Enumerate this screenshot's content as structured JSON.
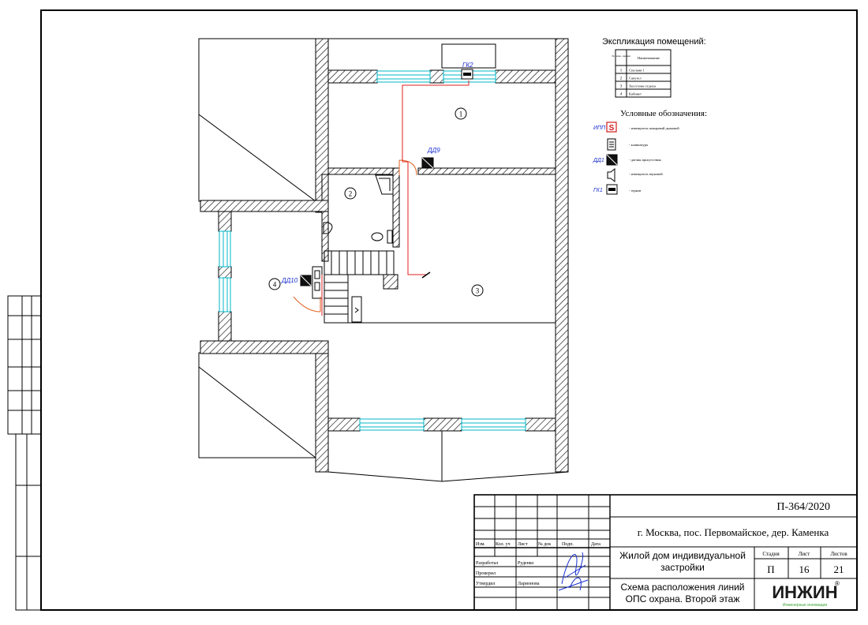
{
  "explication": {
    "title": "Экспликация помещений:",
    "col_num": "№ поме- щения",
    "col_name": "Наименование",
    "rows": [
      {
        "num": "1",
        "name": "Спальня 1"
      },
      {
        "num": "2",
        "name": "Санузел"
      },
      {
        "num": "3",
        "name": "Холл/зона отдыха"
      },
      {
        "num": "4",
        "name": "Кабинет"
      }
    ]
  },
  "legend": {
    "title": "Условные обозначения:",
    "items": [
      {
        "tag": "ИПП",
        "text": "- извещатель пожарный дымовой"
      },
      {
        "tag": "",
        "text": "- клавиатура"
      },
      {
        "tag": "ДД1",
        "text": "- датчик присутствия"
      },
      {
        "tag": "",
        "text": "- извещатель звуковой"
      },
      {
        "tag": "ГК1",
        "text": "- геркон"
      }
    ]
  },
  "plan": {
    "rooms": [
      "1",
      "2",
      "3",
      "4"
    ],
    "devices": {
      "gk2": "ГК2",
      "dd9": "ДД9",
      "dd10": "ДД10"
    }
  },
  "stamp": {
    "doc_code": "П-364/2020",
    "address": "г. Москва, пос. Первомайское, дер. Каменка",
    "project": "Жилой дом индивидуальной застройки",
    "sheet_title": "Схема расположения линий ОПС охрана. Второй этаж",
    "hdr_izm": "Изм.",
    "hdr_kol": "Кол. уч",
    "hdr_list": "Лист",
    "hdr_ndoc": "№ док",
    "hdr_podp": "Подп.",
    "hdr_date": "Дата",
    "role_1": "Разработал",
    "name_1": "Руденко",
    "role_2": "Проверил",
    "name_2": "",
    "role_3": "Утвердил",
    "name_3": "Ларионова",
    "hdr_stage": "Стадия",
    "hdr_sheet": "Лист",
    "hdr_sheets": "Листов",
    "stage": "П",
    "sheet": "16",
    "sheets": "21",
    "logo": "ИНЖИН",
    "logo_sub": "Инженерные инновации",
    "logo_mark": "®"
  }
}
